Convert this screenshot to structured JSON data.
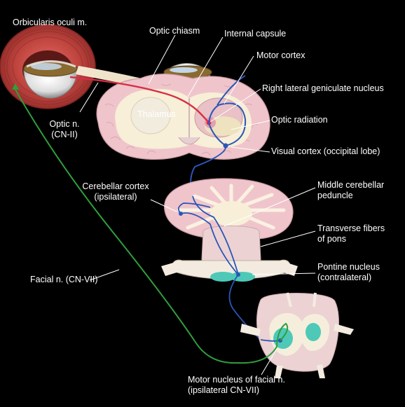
{
  "labels": {
    "orbicularis": "Orbicularis oculi m.",
    "optic_chiasm": "Optic chiasm",
    "internal_capsule": "Internal capsule",
    "motor_cortex": "Motor cortex",
    "right_lgn": "Right lateral geniculate nucleus",
    "optic_n_1": "Optic n.",
    "optic_n_2": "(CN-II)",
    "thalamus": "Thalamus",
    "optic_radiation": "Optic radiation",
    "visual_cortex": "Visual cortex (occipital lobe)",
    "cerebellar_cortex_1": "Cerebellar cortex",
    "cerebellar_cortex_2": "(ipsilateral)",
    "mcp_1": "Middle cerebellar",
    "mcp_2": "peduncle",
    "transverse_1": "Transverse fibers",
    "transverse_2": "of pons",
    "pontine_1": "Pontine nucleus",
    "pontine_2": "(contralateral)",
    "facial_n": "Facial n. (CN-VII)",
    "motor_nucleus_1": "Motor nucleus of facial n.",
    "motor_nucleus_2": "(ipsilateral CN-VII)"
  },
  "colors": {
    "background": "#000000",
    "label": "#ffffff",
    "muscle": "#c0453f",
    "brain": "#f1c9cf",
    "white_matter": "#f7efd7",
    "visual_pathway": "#d72f47",
    "motor_pathway": "#2a56b8",
    "facial_nerve": "#2f9e3d",
    "nucleus": "#4ec9b7"
  }
}
